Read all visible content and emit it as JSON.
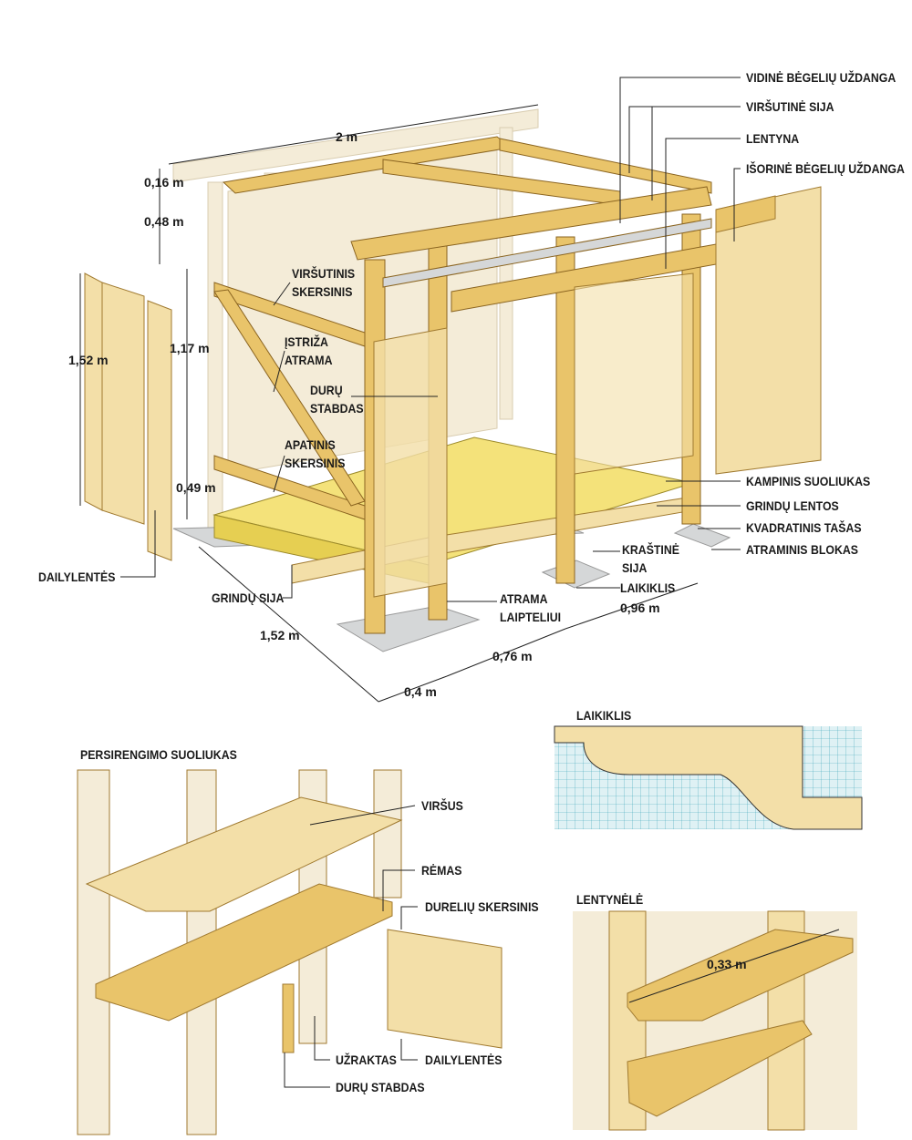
{
  "colors": {
    "wood": "#e9c46a",
    "wood_light": "#f3dfa8",
    "wood_dark": "#c9962e",
    "floor": "#f4e27a",
    "block": "#d5d7d8",
    "grid": "#3aa6b9",
    "grid_bg": "#dff1f4",
    "ghost": "#f4ecd8"
  },
  "main": {
    "dimensions": {
      "width": "2 m",
      "top1": "0,16 m",
      "top2": "0,48 m",
      "height": "1,17 m",
      "siding": "1,52 m",
      "bottom": "0,49 m",
      "depth": "1,52 m",
      "step": "0,4 m",
      "door": "0,76 m",
      "side": "0,96 m"
    },
    "labels": {
      "inner_track_cover": "VIDINĖ BĖGELIŲ UŽDANGA",
      "top_beam": "VIRŠUTINĖ SIJA",
      "shelf": "LENTYNA",
      "outer_track_cover": "IŠORINĖ BĖGELIŲ UŽDANGA",
      "upper_rail": [
        "VIRŠUTINIS",
        "SKERSINIS"
      ],
      "diagonal_brace": [
        "ĮSTRIŽA",
        "ATRAMA"
      ],
      "door_stop": [
        "DURŲ",
        "STABDAS"
      ],
      "lower_rail": [
        "APATINIS",
        "SKERSINIS"
      ],
      "siding": "DAILYLENTĖS",
      "floor_joist": "GRINDŲ SIJA",
      "step_support": [
        "ATRAMA",
        "LAIPTELIUI"
      ],
      "rim_joist": [
        "KRAŠTINĖ",
        "SIJA"
      ],
      "latch": "LAIKIKLIS",
      "corner_bench": "KAMPINIS SUOLIUKAS",
      "floor_boards": "GRINDŲ LENTOS",
      "square_post": "KVADRATINIS TAŠAS",
      "support_block": "ATRAMINIS BLOKAS"
    }
  },
  "latch_detail": {
    "title": "LAIKIKLIS"
  },
  "shelf_detail": {
    "title": "LENTYNĖLĖ",
    "dimension": "0,33 m"
  },
  "bench_detail": {
    "title": "PERSIRENGIMO SUOLIUKAS",
    "labels": {
      "top": "VIRŠUS",
      "frame": "RĖMAS",
      "door_rail": "DURELIŲ SKERSINIS",
      "lock": "UŽRAKTAS",
      "siding": "DAILYLENTĖS",
      "door_stop": "DURŲ STABDAS"
    }
  }
}
